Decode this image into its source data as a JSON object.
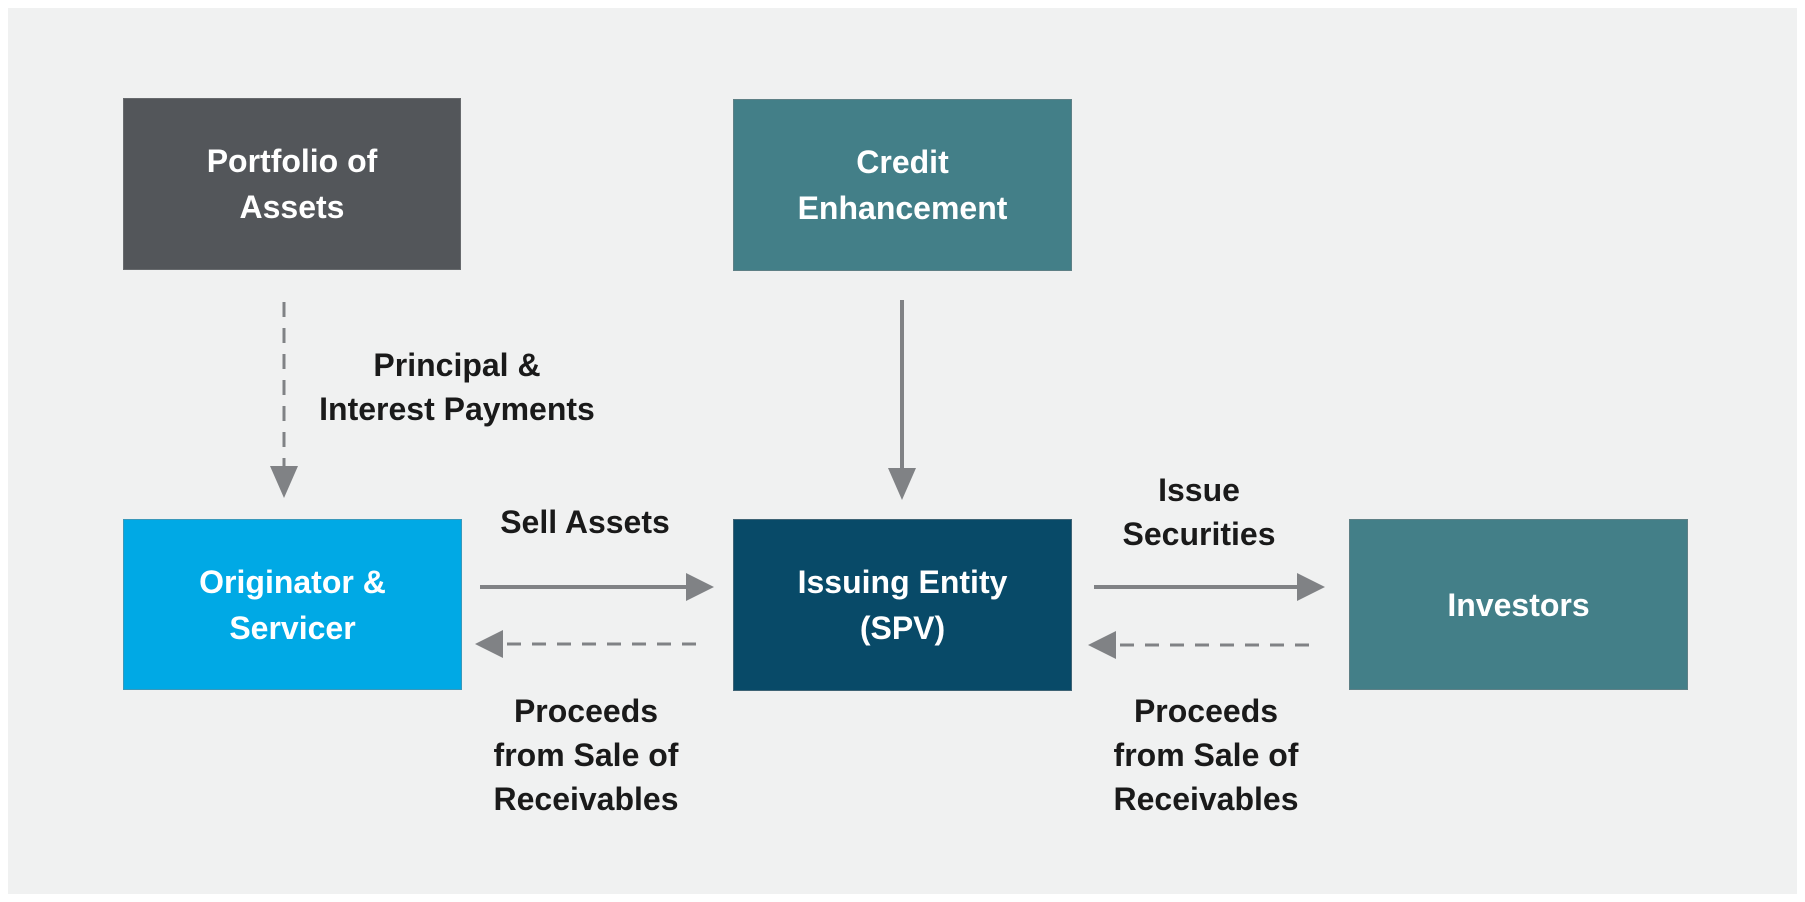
{
  "colors": {
    "frame-bg": "#FFFFFF",
    "canvas-bg": "#F0F1F1",
    "node-dark-gray": "#53565A",
    "node-teal": "#437F88",
    "node-blue": "#00A9E5",
    "node-navy": "#084A68",
    "node-text": "#FFFFFF",
    "label-text": "#1A1A1A",
    "arrow-gray": "#808285"
  },
  "nodes": {
    "portfolio": {
      "label": "Portfolio of\nAssets"
    },
    "credit_enhancement": {
      "label": "Credit\nEnhancement"
    },
    "originator": {
      "label": "Originator &\nServicer"
    },
    "spv": {
      "label": "Issuing Entity\n(SPV)"
    },
    "investors": {
      "label": "Investors"
    }
  },
  "edge_labels": {
    "principal_interest": "Principal &\nInterest Payments",
    "sell_assets": "Sell Assets",
    "proceeds_left": "Proceeds\nfrom Sale of\nReceivables",
    "issue_securities": "Issue\nSecurities",
    "proceeds_right": "Proceeds\nfrom Sale of\nReceivables"
  },
  "edges": [
    {
      "from": "portfolio",
      "to": "originator",
      "label_key": "principal_interest",
      "style": "dashed",
      "direction": "down"
    },
    {
      "from": "credit_enhancement",
      "to": "spv",
      "label_key": "",
      "style": "solid",
      "direction": "down"
    },
    {
      "from": "originator",
      "to": "spv",
      "label_key": "sell_assets",
      "style": "solid",
      "direction": "right"
    },
    {
      "from": "spv",
      "to": "originator",
      "label_key": "proceeds_left",
      "style": "dashed",
      "direction": "left"
    },
    {
      "from": "spv",
      "to": "investors",
      "label_key": "issue_securities",
      "style": "solid",
      "direction": "right"
    },
    {
      "from": "investors",
      "to": "spv",
      "label_key": "proceeds_right",
      "style": "dashed",
      "direction": "left"
    }
  ]
}
